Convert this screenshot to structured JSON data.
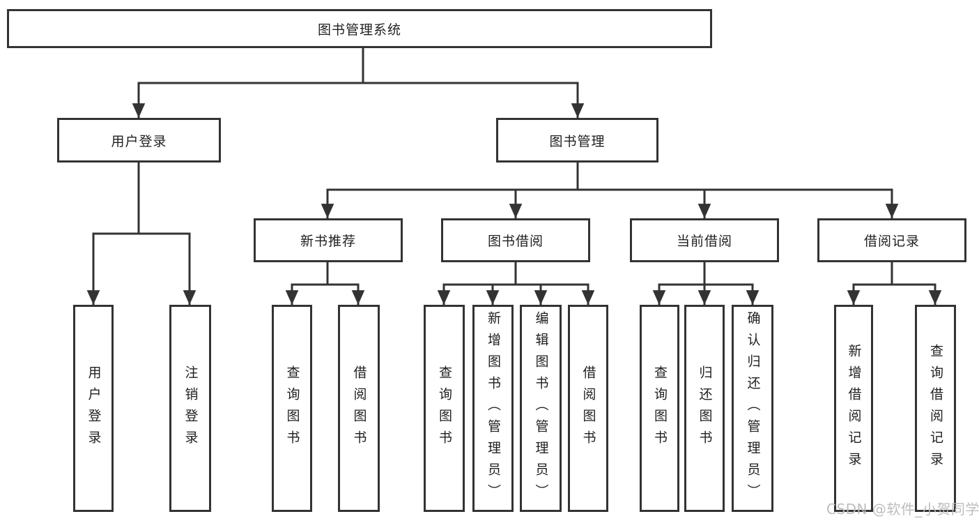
{
  "diagram": {
    "tree": {
      "root": {
        "label": "图书管理系统"
      },
      "children": [
        {
          "label": "用户登录",
          "children": [
            {
              "label": "用户登录"
            },
            {
              "label": "注销登录"
            }
          ]
        },
        {
          "label": "图书管理",
          "children": [
            {
              "label": "新书推荐",
              "children": [
                {
                  "label": "查询图书"
                },
                {
                  "label": "借阅图书"
                }
              ]
            },
            {
              "label": "图书借阅",
              "children": [
                {
                  "label": "查询图书"
                },
                {
                  "label": "新增图书（管理员）"
                },
                {
                  "label": "编辑图书（管理员）"
                },
                {
                  "label": "借阅图书"
                }
              ]
            },
            {
              "label": "当前借阅",
              "children": [
                {
                  "label": "查询图书"
                },
                {
                  "label": "归还图书"
                },
                {
                  "label": "确认归还（管理员）"
                }
              ]
            },
            {
              "label": "借阅记录",
              "children": [
                {
                  "label": "新增借阅记录"
                },
                {
                  "label": "查询借阅记录"
                }
              ]
            }
          ]
        }
      ]
    },
    "colors": {
      "line": "#333333",
      "box_border": "#333333",
      "text": "#1f1f1f",
      "background": "#ffffff",
      "watermark": "#b9b9b9"
    }
  },
  "watermark": {
    "text": "CSDN @软件_小贺同学"
  }
}
